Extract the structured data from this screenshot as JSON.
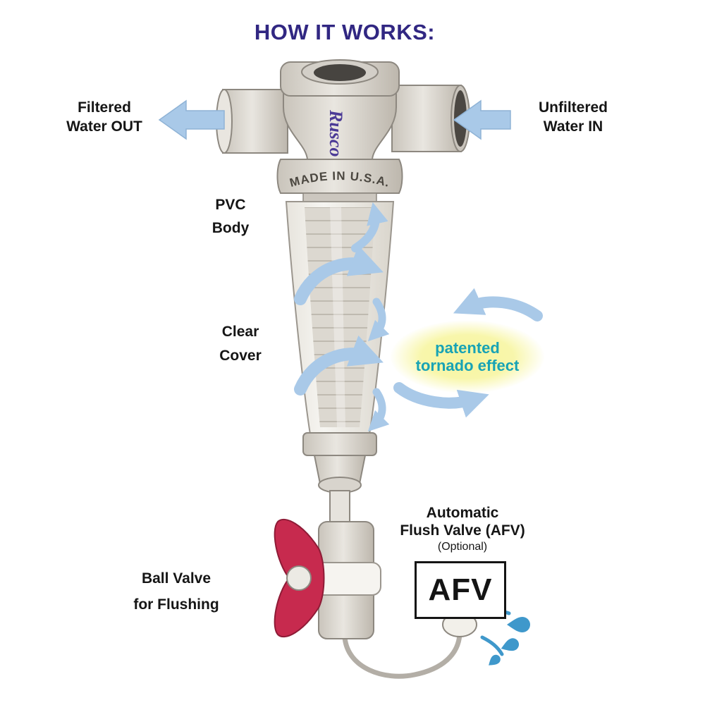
{
  "title": "HOW IT WORKS:",
  "labels": {
    "filtered_out": {
      "line1": "Filtered",
      "line2": "Water OUT"
    },
    "unfiltered_in": {
      "line1": "Unfiltered",
      "line2": "Water IN"
    },
    "pvc_body": {
      "line1": "PVC",
      "line2": "Body"
    },
    "clear_cover": {
      "line1": "Clear",
      "line2": "Cover"
    },
    "tornado": {
      "line1": "patented",
      "line2": "tornado effect"
    },
    "afv": {
      "line1": "Automatic",
      "line2": "Flush Valve (AFV)",
      "line3": "(Optional)",
      "box": "AFV"
    },
    "ball_valve": {
      "line1": "Ball Valve",
      "line2": "for Flushing"
    }
  },
  "illustration": {
    "made_in": "MADE IN U.S.A.",
    "brand": "Rusco"
  },
  "colors": {
    "title": "#312782",
    "label_text": "#151515",
    "flow_arrow": "#a9c9e8",
    "tornado_text": "#18a3b5",
    "tornado_glow": "#f7f59d",
    "valve_red": "#c72a4e",
    "droplet_blue": "#3f98cb",
    "body_gray": "#d8d4cd",
    "brand_purple": "#4b3a96"
  }
}
